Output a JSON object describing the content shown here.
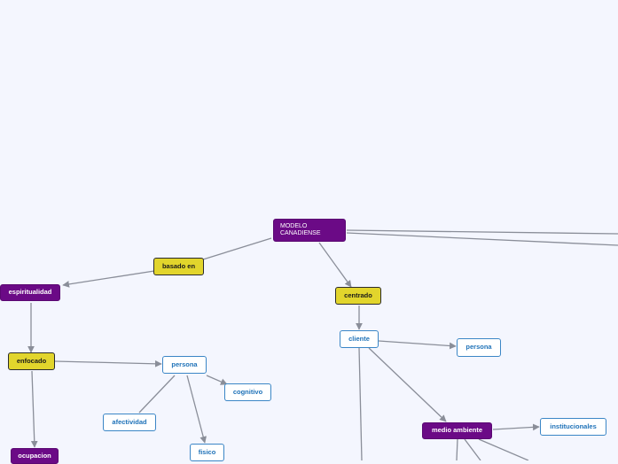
{
  "map": {
    "root": "MODELO CANADIENSE",
    "basado_en": "basado en",
    "espiritualidad": "espiritualidad",
    "enfocado": "enfocado",
    "ocupacion": "ocupacion",
    "persona_left": "persona",
    "cognitivo": "cognitivo",
    "afectividad": "afectividad",
    "fisico": "fisico",
    "centrado": "centrado",
    "cliente": "cliente",
    "persona_right": "persona",
    "medio_ambiente": "medio ambiente",
    "institucionales": "institucionales"
  },
  "colors": {
    "background": "#f4f6fe",
    "primary_node": "#6b0a86",
    "connector_node": "#e2d52c",
    "leaf_border": "#3b86c6",
    "leaf_text": "#1f72b8",
    "edge": "#8a8e99"
  }
}
